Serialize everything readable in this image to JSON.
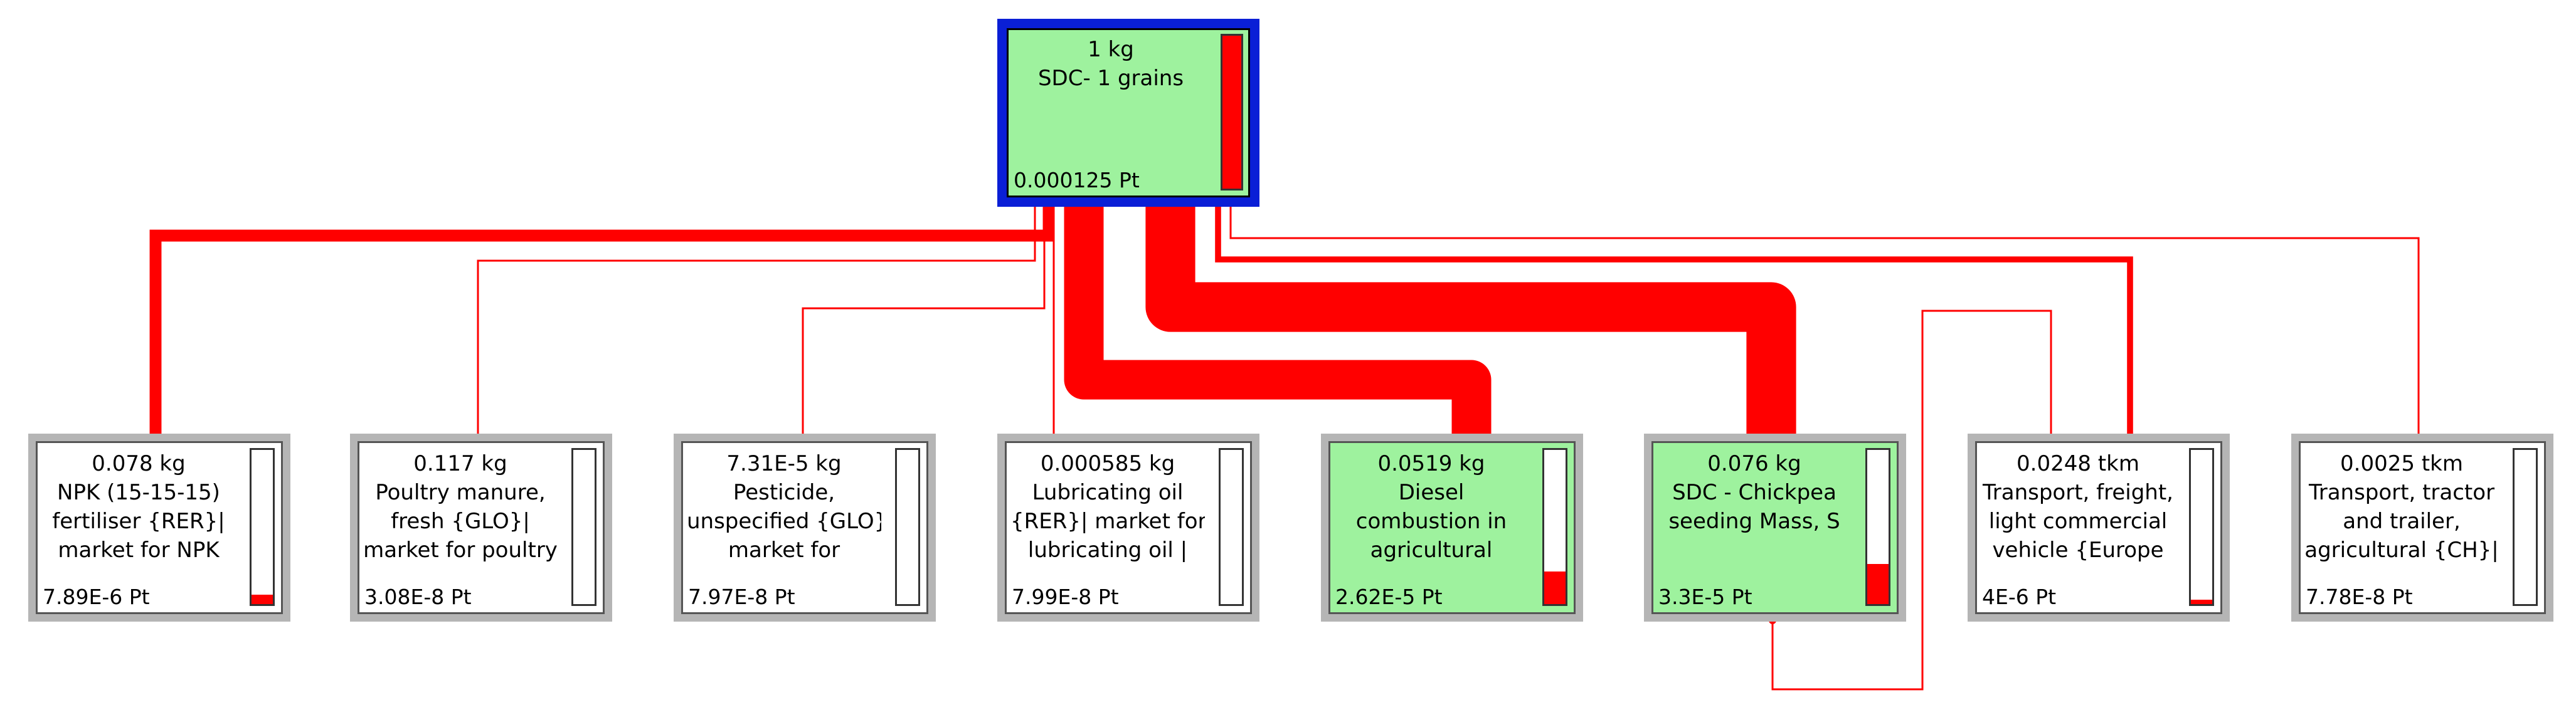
{
  "colors": {
    "link": "#ff0000",
    "node_green": "#9ef29e",
    "node_white": "#ffffff",
    "node_frame": "#b5b5b5",
    "root_frame": "#0a1fd6",
    "bar_fill": "#ff0000"
  },
  "root": {
    "amount": "1 kg",
    "name_lines": [
      "SDC- 1 grains"
    ],
    "score": "0.000125 Pt",
    "bar_fraction": 1.0
  },
  "nodes": [
    {
      "id": "npk",
      "amount": "0.078 kg",
      "name_lines": [
        "NPK (15-15-15)",
        "fertiliser {RER}|",
        "market for NPK"
      ],
      "score": "7.89E-6 Pt",
      "bar_fraction": 0.06,
      "green": false
    },
    {
      "id": "poultry",
      "amount": "0.117 kg",
      "name_lines": [
        "Poultry manure,",
        "fresh {GLO}|",
        "market for poultry"
      ],
      "score": "3.08E-8 Pt",
      "bar_fraction": 0.0,
      "green": false
    },
    {
      "id": "pesticide",
      "amount": "7.31E-5 kg",
      "name_lines": [
        "Pesticide,",
        "unspecified {GLO}|",
        "market for"
      ],
      "score": "7.97E-8 Pt",
      "bar_fraction": 0.0,
      "green": false
    },
    {
      "id": "lubricating",
      "amount": "0.000585 kg",
      "name_lines": [
        "Lubricating oil",
        "{RER}| market for",
        "lubricating oil |"
      ],
      "score": "7.99E-8 Pt",
      "bar_fraction": 0.0,
      "green": false
    },
    {
      "id": "diesel",
      "amount": "0.0519 kg",
      "name_lines": [
        "Diesel",
        "combustion in",
        "agricultural"
      ],
      "score": "2.62E-5 Pt",
      "bar_fraction": 0.21,
      "green": true
    },
    {
      "id": "chickpea",
      "amount": "0.076 kg",
      "name_lines": [
        "SDC - Chickpea",
        "seeding Mass, S"
      ],
      "score": "3.3E-5 Pt",
      "bar_fraction": 0.26,
      "green": true
    },
    {
      "id": "transport_lcv",
      "amount": "0.0248 tkm",
      "name_lines": [
        "Transport, freight,",
        "light commercial",
        "vehicle {Europe"
      ],
      "score": "4E-6 Pt",
      "bar_fraction": 0.03,
      "green": false
    },
    {
      "id": "transport_tractor",
      "amount": "0.0025 tkm",
      "name_lines": [
        "Transport, tractor",
        "and trailer,",
        "agricultural {CH}|"
      ],
      "score": "7.78E-8 Pt",
      "bar_fraction": 0.0,
      "green": false
    }
  ],
  "links": [
    {
      "from": "npk",
      "share": 0.063
    },
    {
      "from": "poultry",
      "share": 0.0002
    },
    {
      "from": "pesticide",
      "share": 0.0006
    },
    {
      "from": "lubricating",
      "share": 0.0006
    },
    {
      "from": "diesel",
      "share": 0.21
    },
    {
      "from": "chickpea",
      "share": 0.264
    },
    {
      "from": "transport_lcv",
      "share": 0.032
    },
    {
      "from": "transport_tractor",
      "share": 0.0006
    },
    {
      "from": "transport_lcv",
      "to": "chickpea",
      "share": 0.001
    }
  ]
}
